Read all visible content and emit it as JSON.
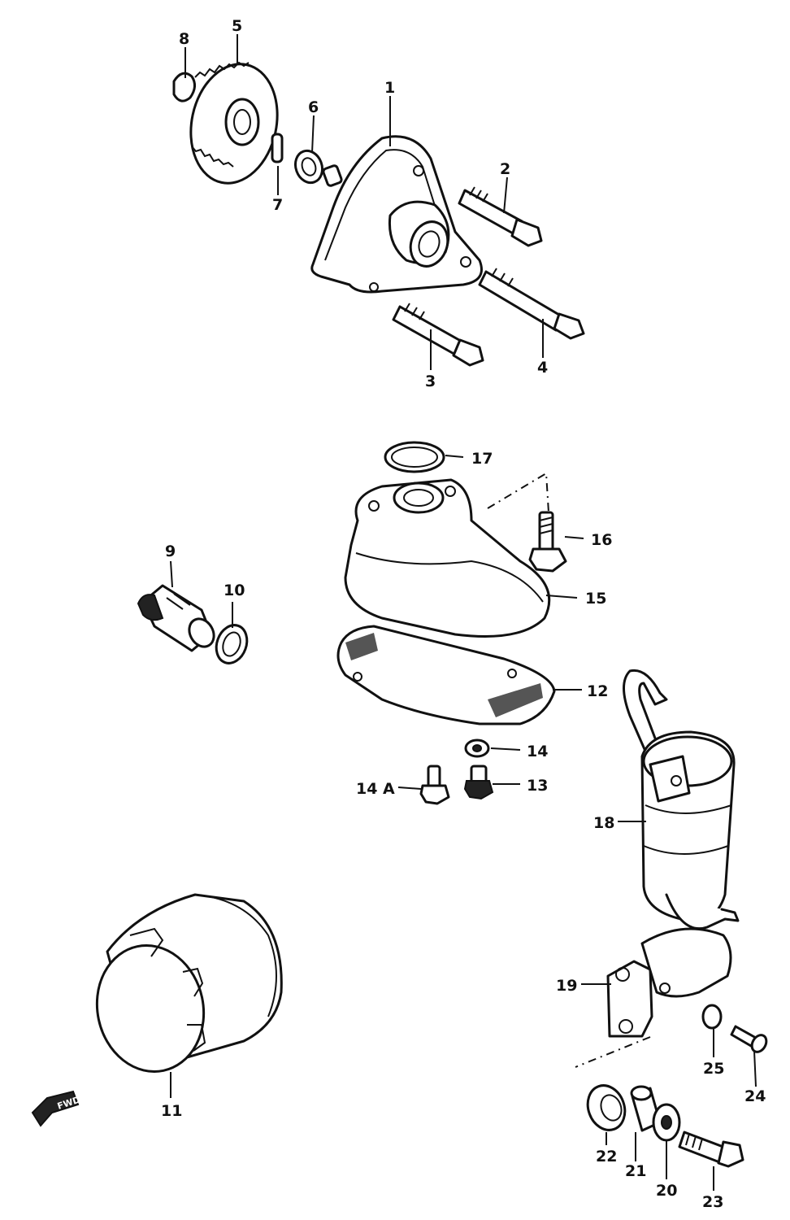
{
  "colors": {
    "ink": "#111111",
    "paper": "#ffffff"
  },
  "callouts": {
    "c1": "1",
    "c2": "2",
    "c3": "3",
    "c4": "4",
    "c5": "5",
    "c6": "6",
    "c7": "7",
    "c8": "8",
    "c9": "9",
    "c10": "10",
    "c11": "11",
    "c12": "12",
    "c13": "13",
    "c14": "14",
    "c14a": "14 A",
    "c15": "15",
    "c16": "16",
    "c17": "17",
    "c18": "18",
    "c19": "19",
    "c20": "20",
    "c21": "21",
    "c22": "22",
    "c23": "23",
    "c24": "24",
    "c25": "25"
  },
  "direction_marker": {
    "text": "FWD",
    "icon": "forward-arrow-icon"
  }
}
